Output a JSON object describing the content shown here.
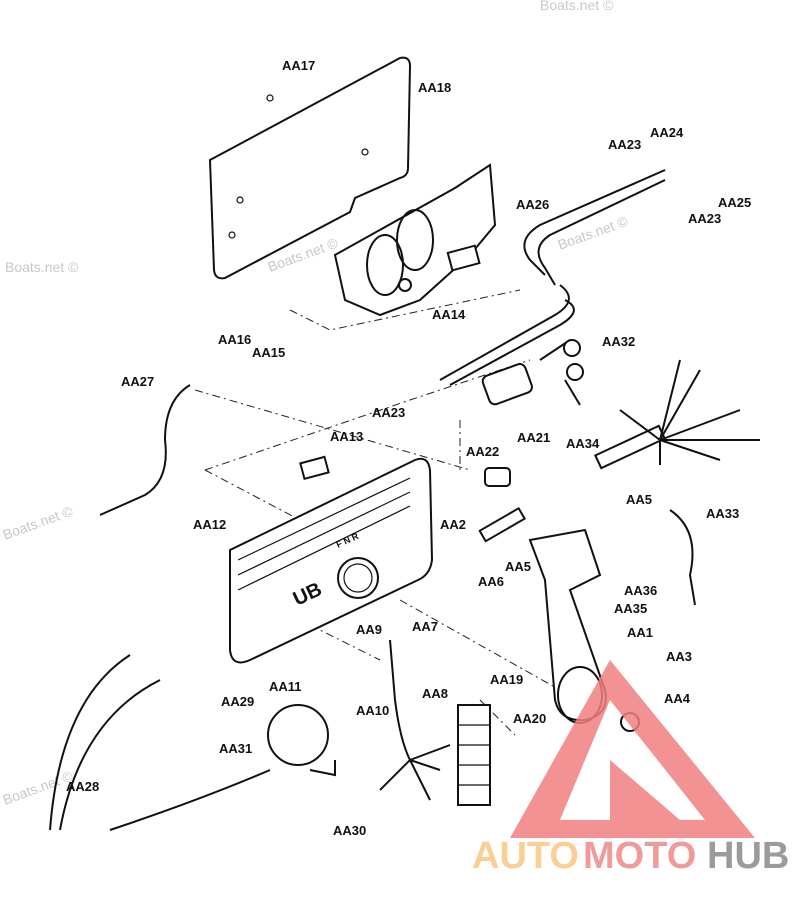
{
  "labels": [
    "AA17",
    "AA18",
    "AA24",
    "AA23",
    "AA25",
    "AA23",
    "AA26",
    "AA16",
    "AA15",
    "AA14",
    "AA27",
    "AA32",
    "AA23",
    "AA21",
    "AA22",
    "AA13",
    "AA34",
    "AA5",
    "AA12",
    "AA2",
    "AA6",
    "AA5",
    "AA33",
    "AA36",
    "AA35",
    "AA1",
    "AA3",
    "AA4",
    "AA9",
    "AA7",
    "AA11",
    "AA10",
    "AA8",
    "AA19",
    "AA20",
    "AA29",
    "AA31",
    "AA28",
    "AA30"
  ],
  "watermark": "Boats.net ©",
  "housing_badge": "UB",
  "shift_marks": "F N R",
  "logo": {
    "part1": "AUTO",
    "part2": "MOTO",
    "part3": "HUB",
    "colors": {
      "auto": "#f9c784",
      "moto": "#ee8a8a",
      "hub": "#8a8a8a",
      "triangle": "#f08080"
    }
  }
}
